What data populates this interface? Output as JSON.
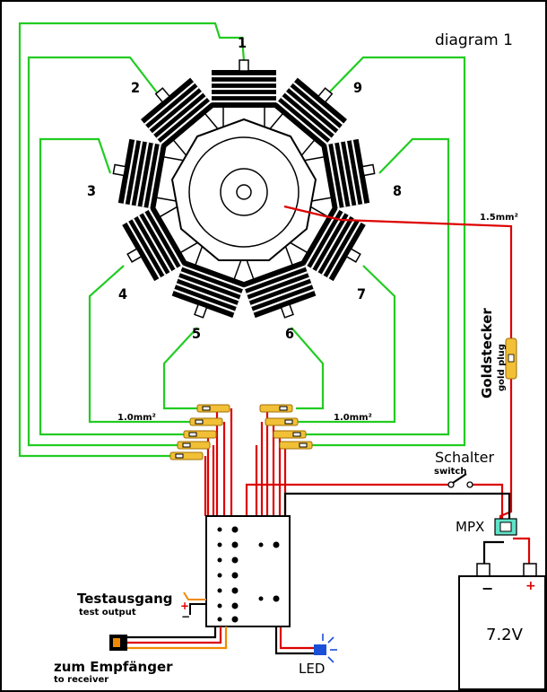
{
  "title": "diagram 1",
  "cylinders": [
    "1",
    "2",
    "3",
    "4",
    "5",
    "6",
    "7",
    "8",
    "9"
  ],
  "wire_left": "1.0mm²",
  "wire_right": "1.0mm²",
  "wire_main": "1.5mm²",
  "goldstecker": "Goldstecker",
  "gold_plug": "gold plug",
  "schalter": "Schalter",
  "switch": "switch",
  "mpx": "MPX",
  "battery_voltage": "7.2V",
  "battery_minus": "−",
  "battery_plus": "+",
  "testausgang": "Testausgang",
  "test_output": "test output",
  "test_minus": "−",
  "test_plus": "+",
  "zum_empfaenger": "zum Empfänger",
  "to_receiver": "to receiver",
  "led": "LED",
  "colors": {
    "green": "#22cc22",
    "red": "#dd0000",
    "black": "#000000",
    "plug": "#f2c037",
    "mpx": "#5fe3c8",
    "led": "#1a4fd8",
    "orange": "#f08a00"
  }
}
